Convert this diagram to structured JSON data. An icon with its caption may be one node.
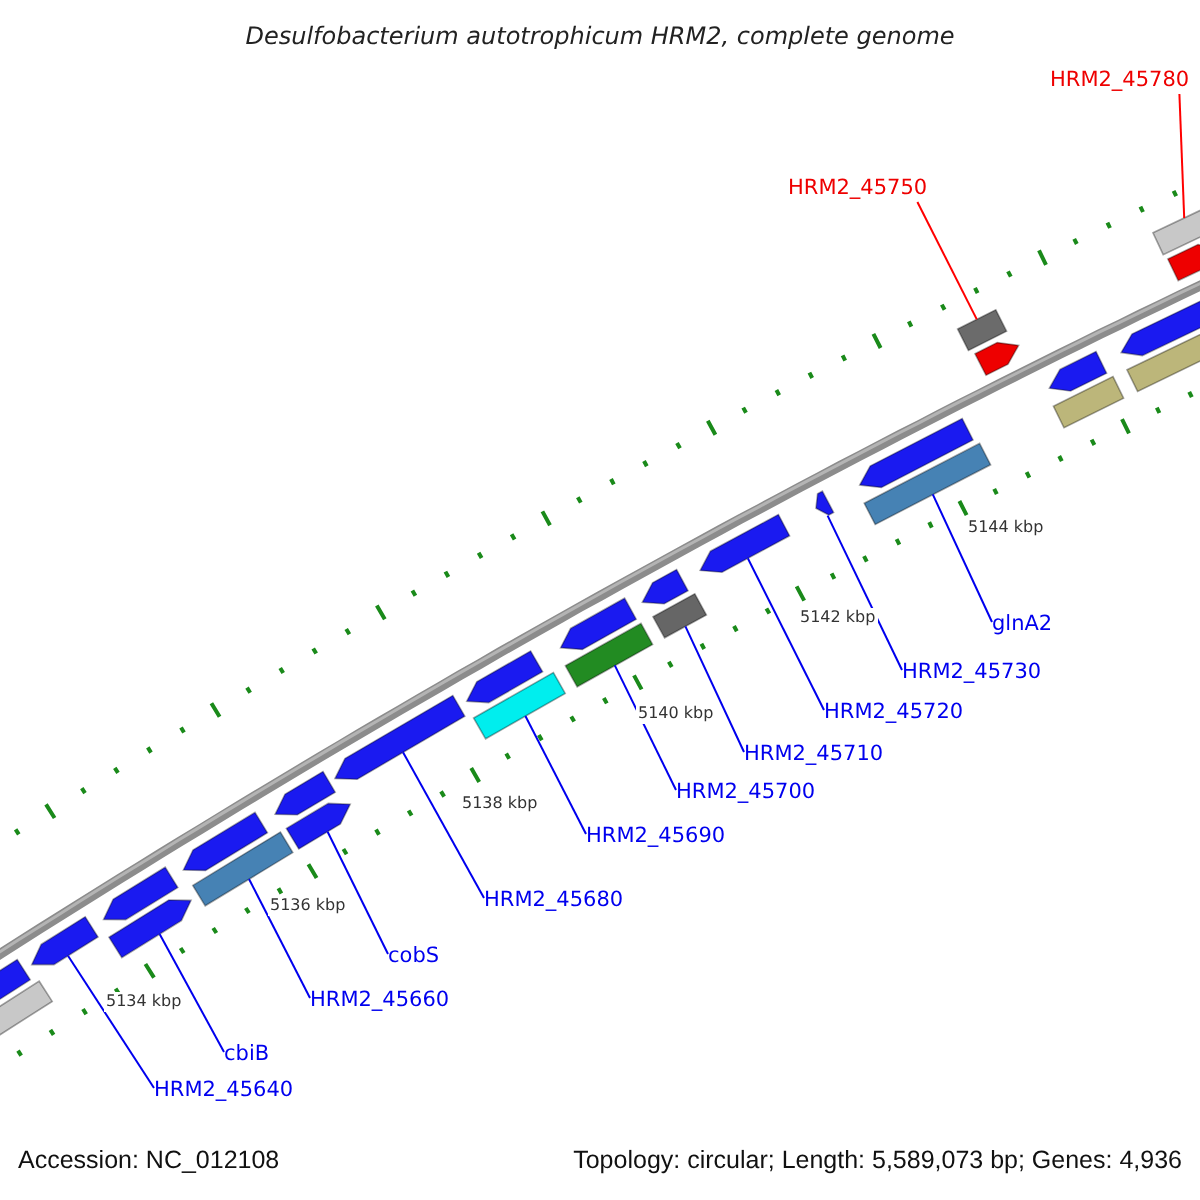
{
  "diagram": {
    "title": "Desulfobacterium autotrophicum HRM2, complete genome",
    "nodes": [
      {
        "text": [],
        "shape": "bar"
      },
      {
        "text": [],
        "shape": "bar"
      },
      {
        "text": [],
        "shape": "pentagon"
      },
      {
        "text": [],
        "shape": "pentagon"
      },
      {
        "text": [],
        "shape": "pentagon"
      },
      {
        "text": [],
        "shape": "pentagon"
      },
      {
        "text": [],
        "shape": "pentagon"
      },
      {
        "text": [],
        "shape": "pentagon"
      },
      {
        "text": [],
        "shape": "pentagon"
      },
      {
        "text": [],
        "shape": "pentagon"
      },
      {
        "text": [],
        "shape": "pentagon"
      },
      {
        "text": [],
        "shape": "pentagon"
      },
      {
        "text": [],
        "shape": "pentagon"
      },
      {
        "text": [],
        "shape": "pentagon"
      },
      {
        "text": [],
        "shape": "pentagon"
      },
      {
        "text": [],
        "shape": "pentagon"
      },
      {
        "text": [],
        "shape": "pentagon"
      },
      {
        "text": [],
        "shape": "pentagon"
      },
      {
        "text": [],
        "shape": "bar"
      },
      {
        "text": [],
        "shape": "pentagon"
      },
      {
        "text": [],
        "shape": "bar"
      },
      {
        "text": [],
        "shape": "pentagon"
      },
      {
        "text": [],
        "shape": "bar"
      },
      {
        "text": [],
        "shape": "bar"
      },
      {
        "text": [],
        "shape": "bar"
      },
      {
        "text": [],
        "shape": "bar"
      },
      {
        "text": [],
        "shape": "bar"
      },
      {
        "text": [],
        "shape": "bar"
      },
      {
        "text": [
          "HRM2_45780"
        ]
      },
      {
        "text": [
          "HRM2_45750"
        ]
      },
      {
        "text": [
          "HRM2_45640"
        ]
      },
      {
        "text": [
          "cbiB"
        ]
      },
      {
        "text": [
          "HRM2_45660"
        ]
      },
      {
        "text": [
          "cobS"
        ]
      },
      {
        "text": [
          "HRM2_45680"
        ]
      },
      {
        "text": [
          "HRM2_45690"
        ]
      },
      {
        "text": [
          "HRM2_45700"
        ]
      },
      {
        "text": [
          "HRM2_45710"
        ]
      },
      {
        "text": [
          "HRM2_45720"
        ]
      },
      {
        "text": [
          "HRM2_45730"
        ]
      },
      {
        "text": [
          "glnA2"
        ]
      }
    ],
    "edges": [
      {
        "from": 28,
        "to": 1,
        "arrow": "none",
        "color": "#ff0000"
      },
      {
        "from": 29,
        "to": 0,
        "arrow": "none",
        "color": "#ff0000"
      },
      {
        "from": 30,
        "to": 5,
        "arrow": "none"
      },
      {
        "from": 31,
        "to": 19,
        "arrow": "none"
      },
      {
        "from": 32,
        "to": 20,
        "arrow": "none"
      },
      {
        "from": 33,
        "to": 21,
        "arrow": "none"
      },
      {
        "from": 34,
        "to": 9,
        "arrow": "none"
      },
      {
        "from": 35,
        "to": 22,
        "arrow": "none"
      },
      {
        "from": 36,
        "to": 23,
        "arrow": "none"
      },
      {
        "from": 37,
        "to": 24,
        "arrow": "none"
      },
      {
        "from": 38,
        "to": 13,
        "arrow": "none"
      },
      {
        "from": 39,
        "to": 14,
        "arrow": "none"
      },
      {
        "from": 40,
        "to": 25,
        "arrow": "none"
      }
    ],
    "labels": [
      "5134 kbp",
      "5136 kbp",
      "5138 kbp",
      "5140 kbp",
      "5142 kbp",
      "5144 kbp",
      "Accession: NC_012108",
      "Topology: circular; Length: 5,589,073 bp; Genes: 4,936"
    ]
  }
}
